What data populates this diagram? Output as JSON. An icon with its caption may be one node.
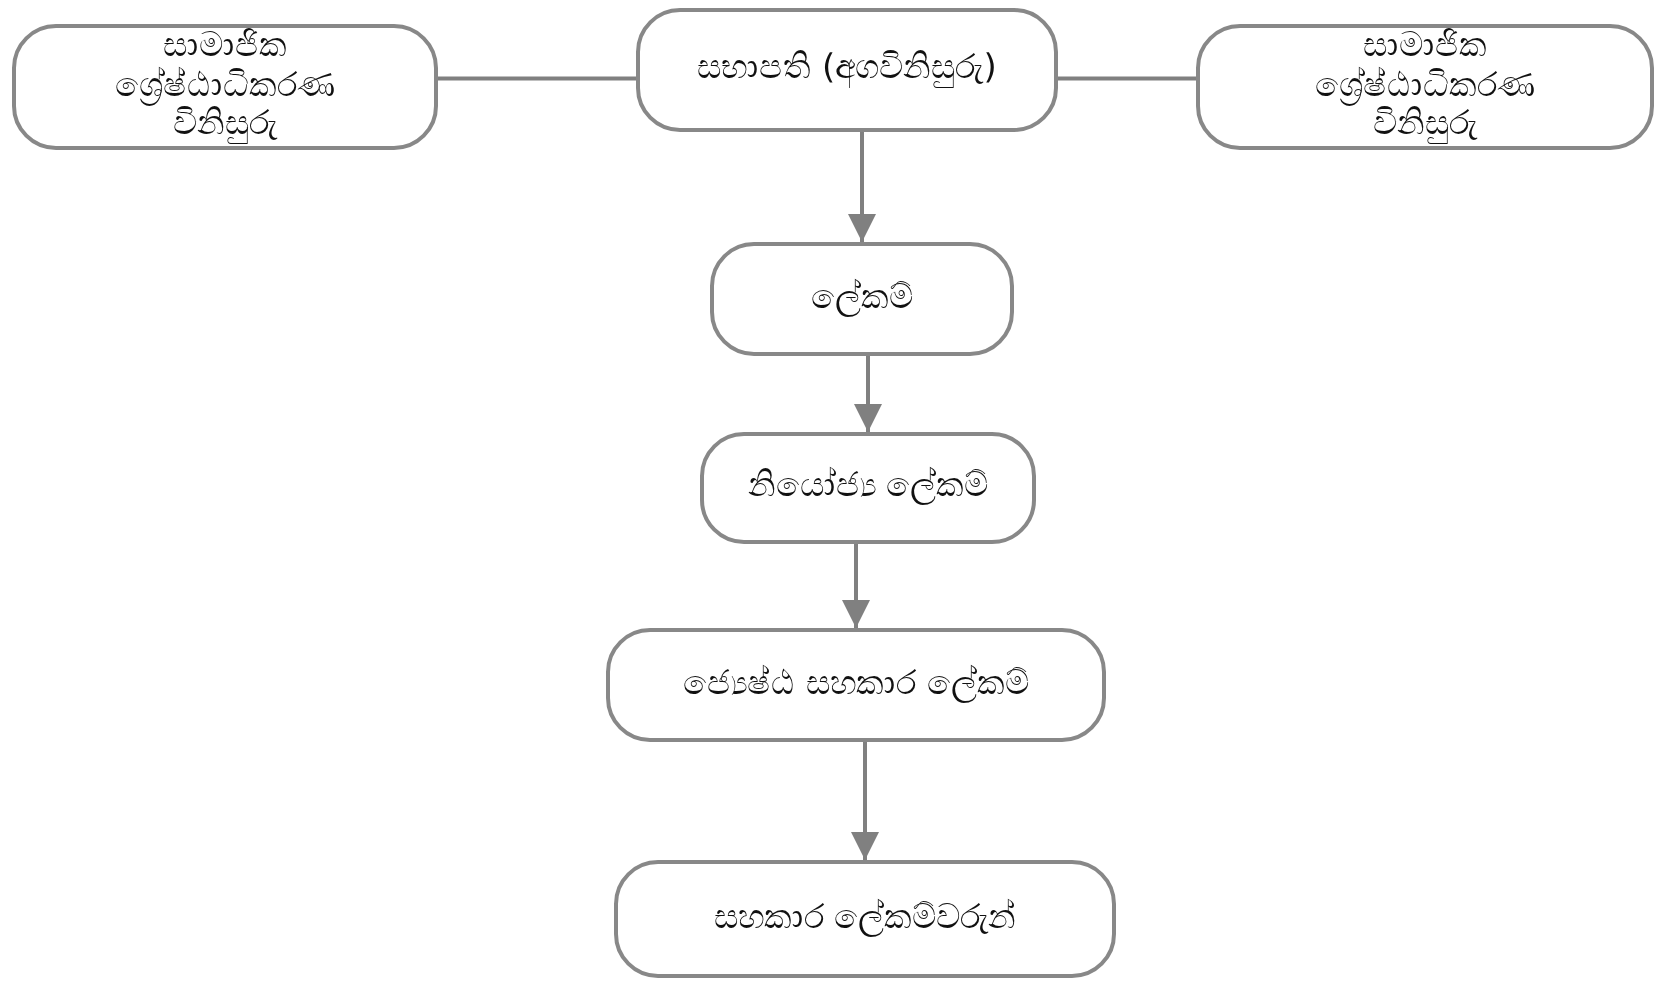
{
  "diagram": {
    "nodes": [
      {
        "text": [
          "සාමාජික ශ්‍රේෂ්ඨාධිකරණ විනිසුරු"
        ]
      },
      {
        "text": [
          "සභාපති (අගවිනිසුරු)"
        ]
      },
      {
        "text": [
          "සාමාජික ශ්‍රේෂ්ඨාධිකරණ විනිසුරු"
        ]
      },
      {
        "text": [
          "ලේකම්"
        ]
      },
      {
        "text": [
          "නියෝජ්‍ය ලේකම්"
        ]
      },
      {
        "text": [
          "ජ්‍යෙෂ්ඨ සහකාර ලේකම්"
        ]
      },
      {
        "text": [
          "සහකාර ලේකම්වරුන්"
        ]
      }
    ],
    "edges": [
      {
        "from": 1,
        "to": 0,
        "arrow": "none"
      },
      {
        "from": 1,
        "to": 2,
        "arrow": "none"
      },
      {
        "from": 1,
        "to": 3,
        "arrow": "to"
      },
      {
        "from": 3,
        "to": 4,
        "arrow": "to"
      },
      {
        "from": 4,
        "to": 5,
        "arrow": "to"
      },
      {
        "from": 5,
        "to": 6,
        "arrow": "to"
      }
    ]
  }
}
